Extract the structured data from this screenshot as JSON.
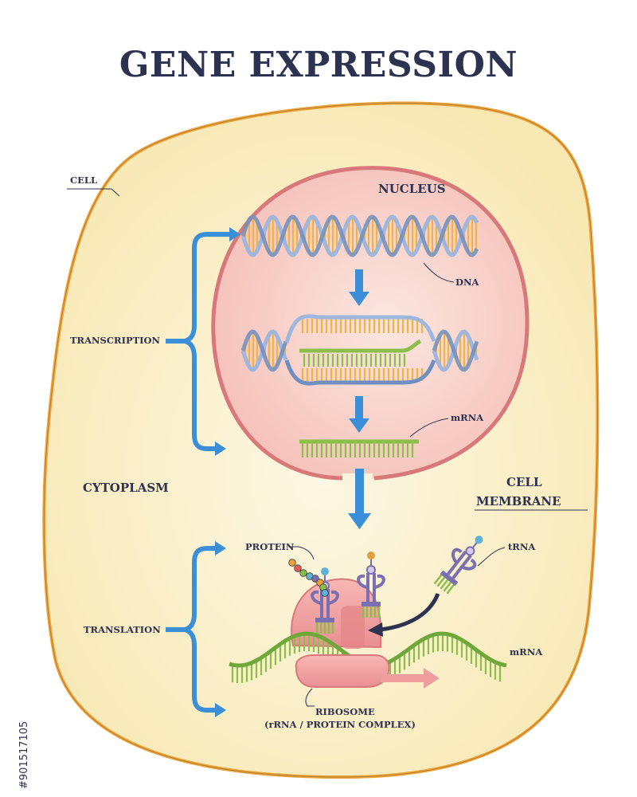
{
  "title": "GENE EXPRESSION",
  "labels": {
    "cell": "CELL",
    "nucleus": "NUCLEUS",
    "dna": "DNA",
    "mrna_nucleus": "mRNA",
    "transcription": "TRANSCRIPTION",
    "cytoplasm": "CYTOPLASM",
    "cell_membrane_1": "CELL",
    "cell_membrane_2": "MEMBRANE",
    "protein": "PROTEIN",
    "trna": "tRNA",
    "translation": "TRANSLATION",
    "mrna_cytoplasm": "mRNA",
    "ribosome_1": "RIBOSOME",
    "ribosome_2": "(rRNA / PROTEIN COMPLEX)"
  },
  "watermark": "#901517105",
  "colors": {
    "title": "#2d3250",
    "cell_membrane": "#f0a43a",
    "cytoplasm": "#faeec0",
    "nucleus_fill": "#f7c9c2",
    "nucleus_border": "#d9787a",
    "nucleus_label": "#d05a5e",
    "cytoplasm_label": "#f0a030",
    "membrane_label": "#c8504f",
    "arrow_blue": "#3a8fd8",
    "dna_strand": "#9fb7dc",
    "dna_rung": "#f0b347",
    "mrna_green": "#8cbf4a",
    "ribosome": "#ef9ea0"
  }
}
